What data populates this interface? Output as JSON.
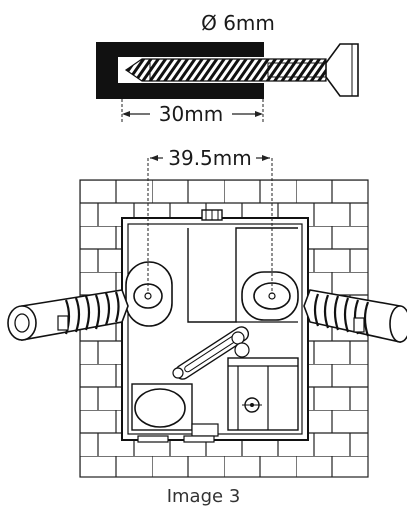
{
  "labels": {
    "diameter": "Ø 6mm",
    "plug_depth": "30mm",
    "hole_spacing": "39.5mm",
    "caption": "Image 3"
  }
}
